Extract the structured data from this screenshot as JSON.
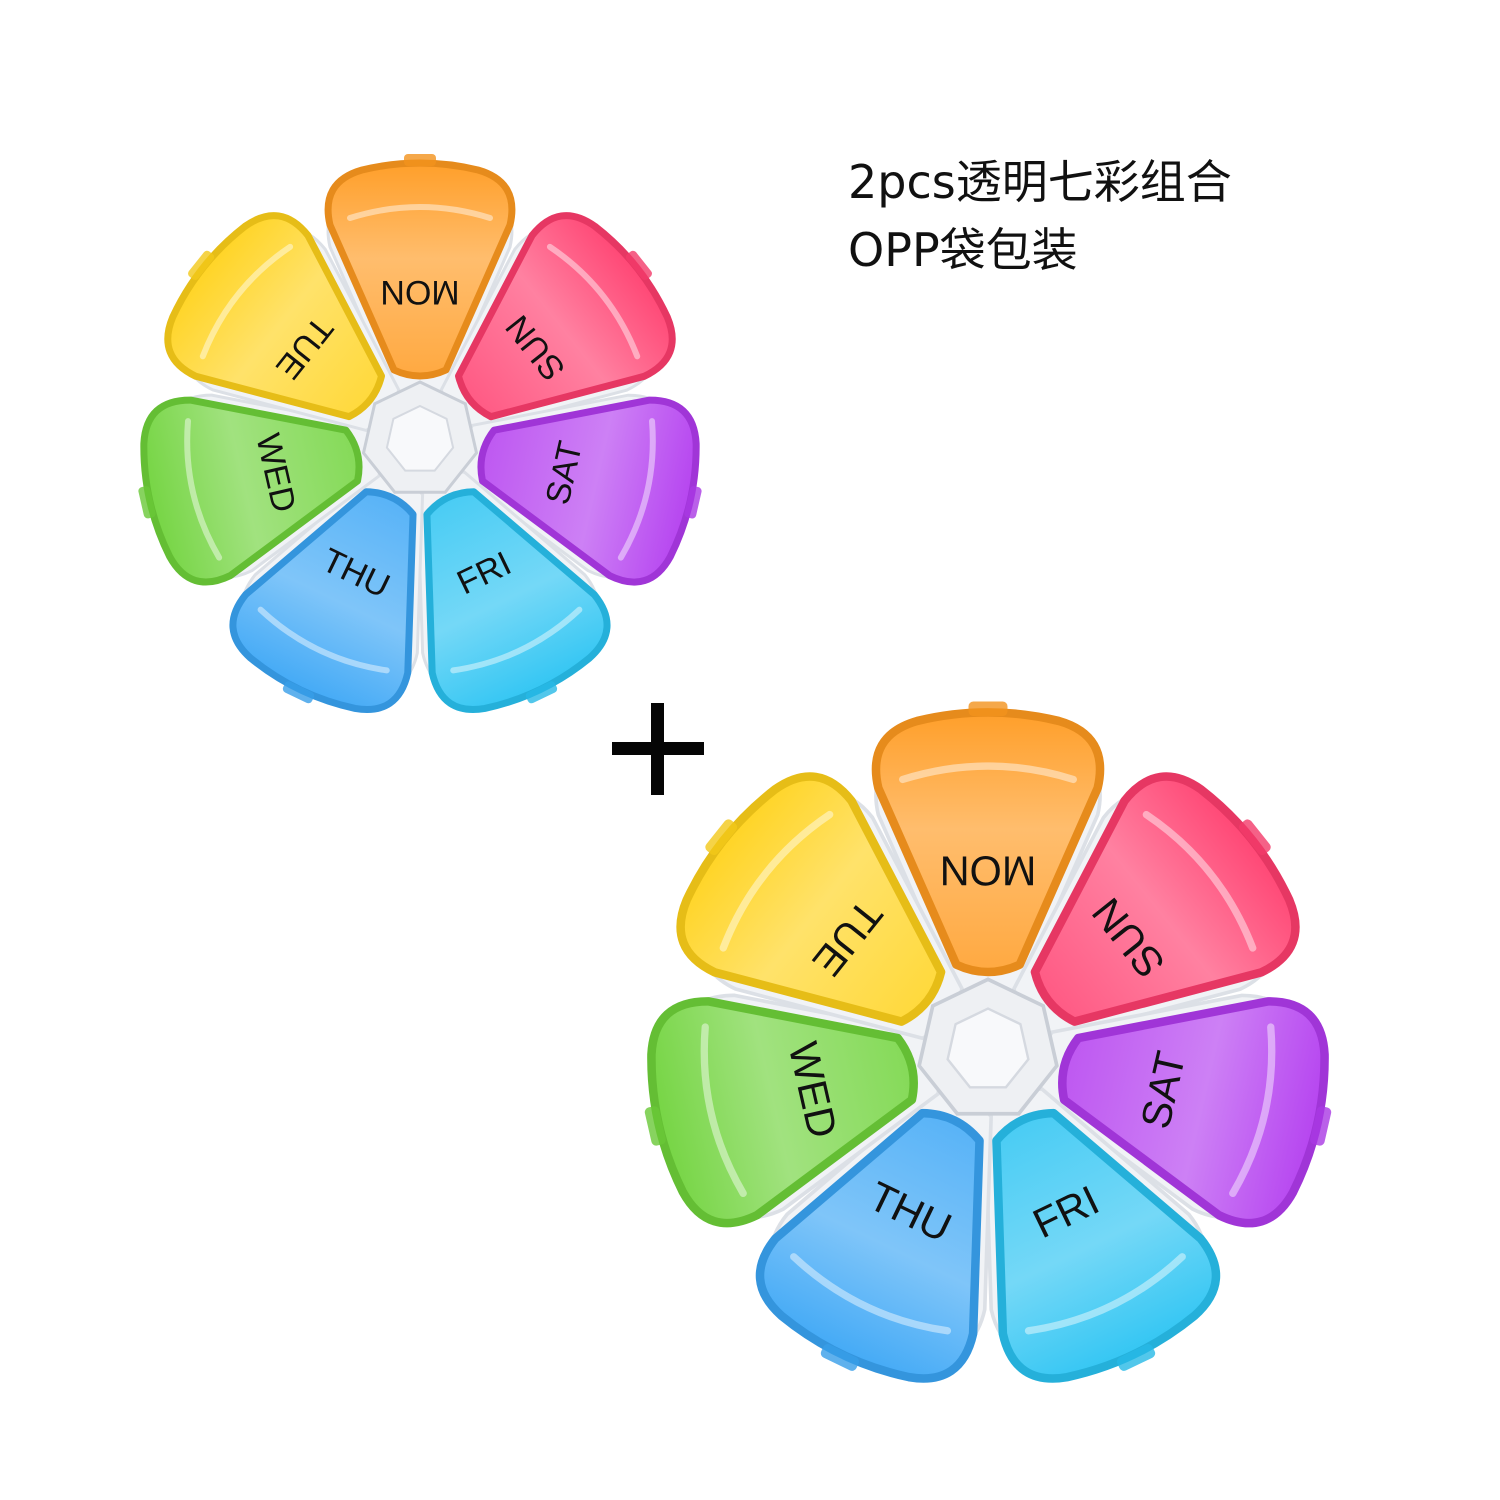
{
  "caption": {
    "line1": "2pcs透明七彩组合",
    "line2": "OPP袋包装"
  },
  "plus_symbol": "+",
  "organizers": [
    {
      "compartments": [
        {
          "label": "MON",
          "color": "#FF9A1F"
        },
        {
          "label": "SUN",
          "color": "#FF3D6E"
        },
        {
          "label": "SAT",
          "color": "#B23BEF"
        },
        {
          "label": "FRI",
          "color": "#29C3F2"
        },
        {
          "label": "THU",
          "color": "#3AA6F5"
        },
        {
          "label": "WED",
          "color": "#6FD33A"
        },
        {
          "label": "TUE",
          "color": "#FFD21A"
        }
      ]
    },
    {
      "compartments": [
        {
          "label": "MON",
          "color": "#FF9A1F"
        },
        {
          "label": "SUN",
          "color": "#FF3D6E"
        },
        {
          "label": "SAT",
          "color": "#B23BEF"
        },
        {
          "label": "FRI",
          "color": "#29C3F2"
        },
        {
          "label": "THU",
          "color": "#3AA6F5"
        },
        {
          "label": "WED",
          "color": "#6FD33A"
        },
        {
          "label": "TUE",
          "color": "#FFD21A"
        }
      ]
    }
  ]
}
